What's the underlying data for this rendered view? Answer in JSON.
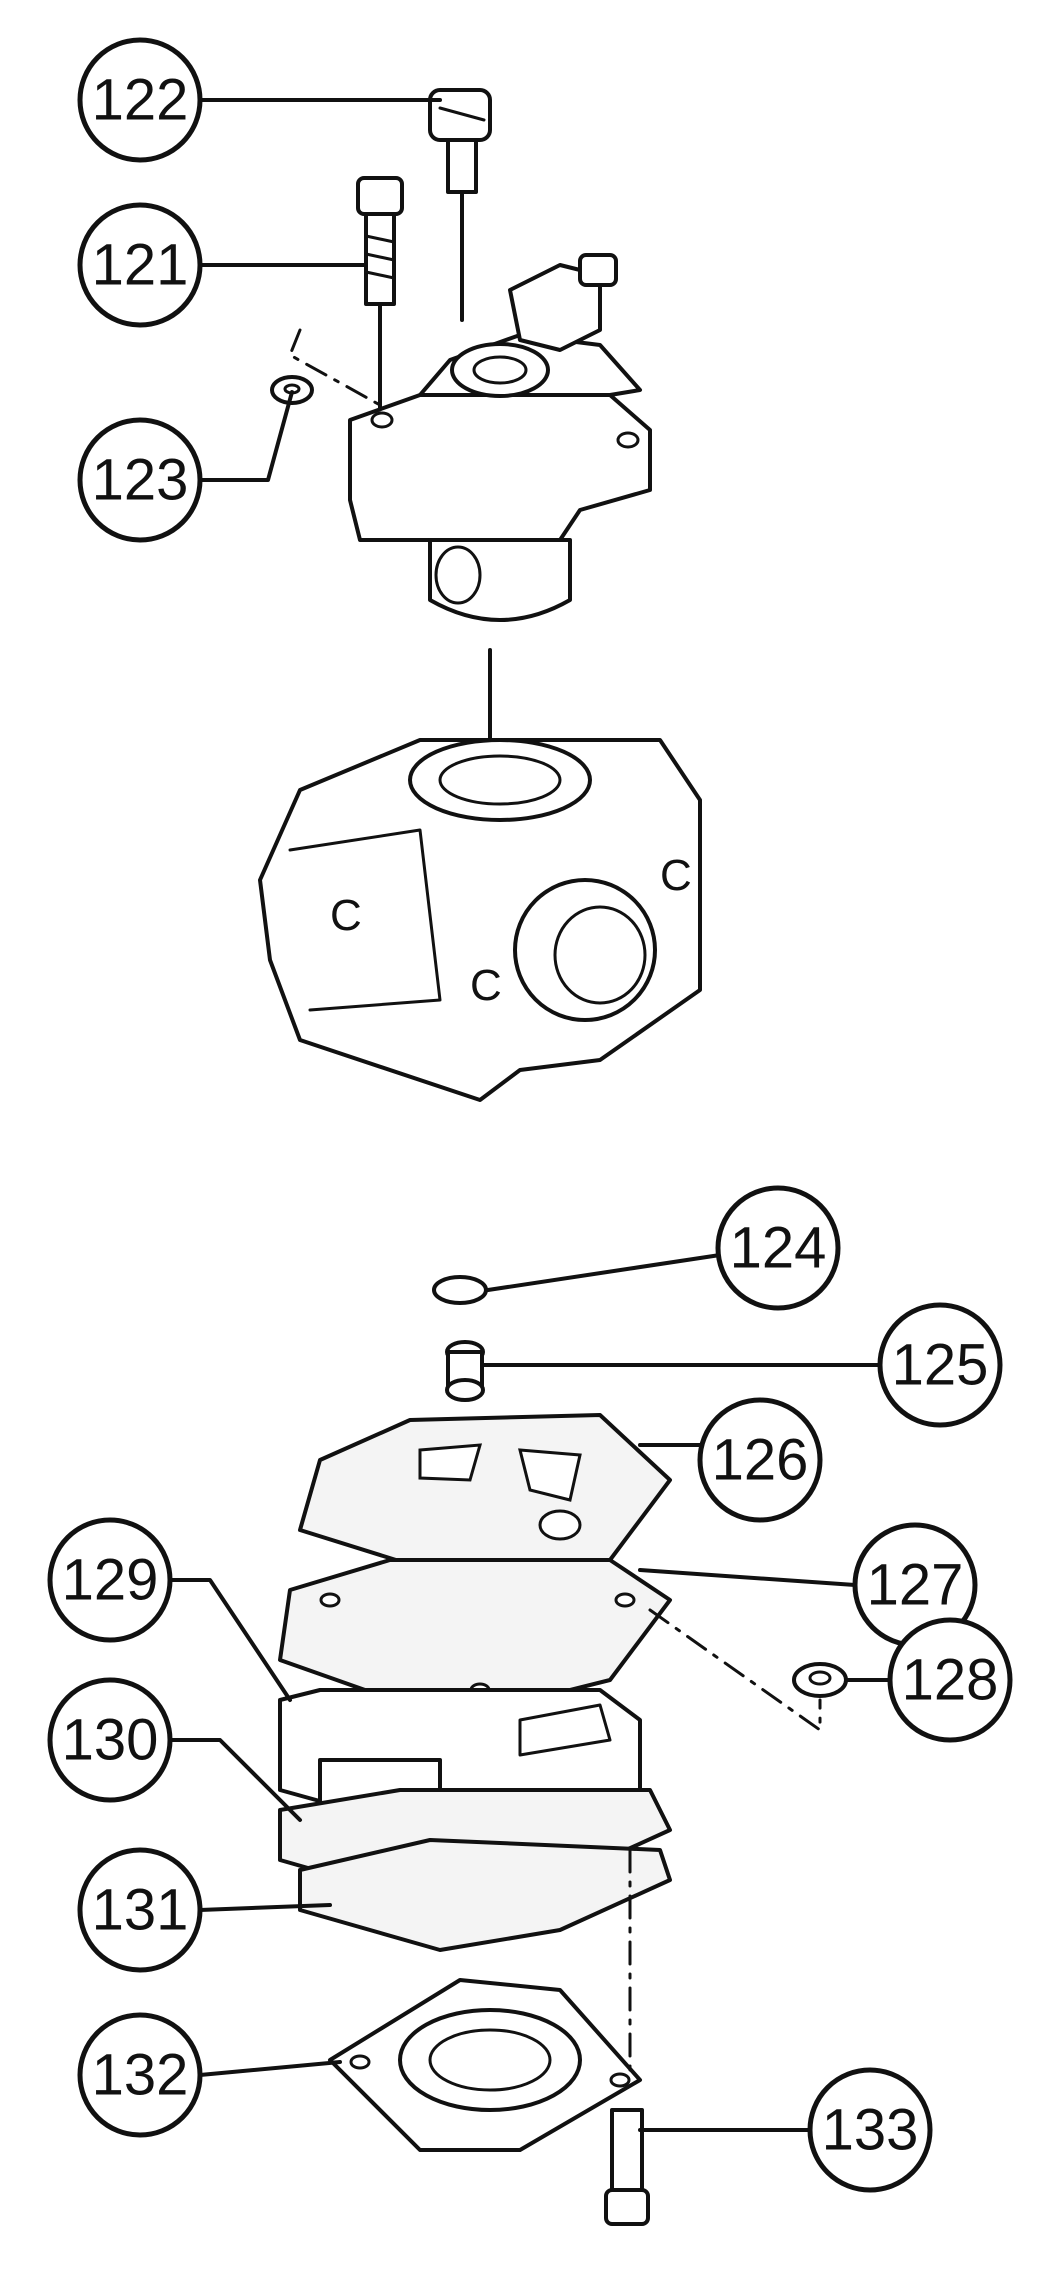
{
  "callouts": [
    {
      "id": "c121",
      "label": "121"
    },
    {
      "id": "c122",
      "label": "122"
    },
    {
      "id": "c123",
      "label": "123"
    },
    {
      "id": "c124",
      "label": "124"
    },
    {
      "id": "c125",
      "label": "125"
    },
    {
      "id": "c126",
      "label": "126"
    },
    {
      "id": "c127",
      "label": "127"
    },
    {
      "id": "c128",
      "label": "128"
    },
    {
      "id": "c129",
      "label": "129"
    },
    {
      "id": "c130",
      "label": "130"
    },
    {
      "id": "c131",
      "label": "131"
    },
    {
      "id": "c132",
      "label": "132"
    },
    {
      "id": "c133",
      "label": "133"
    }
  ]
}
